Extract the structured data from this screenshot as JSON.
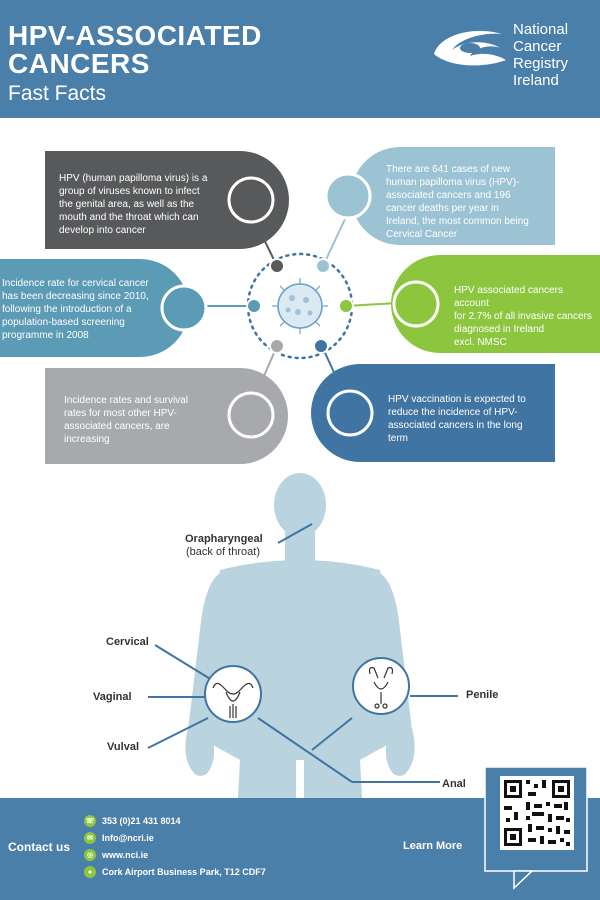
{
  "header": {
    "title_line1": "HPV-ASSOCIATED",
    "title_line2": "CANCERS",
    "subtitle": "Fast Facts",
    "logo_line1": "National",
    "logo_line2": "Cancer",
    "logo_line3": "Registry",
    "logo_line4": "Ireland"
  },
  "facts": {
    "f1": [
      "HPV (human papilloma virus) is a",
      "group of viruses known to infect",
      "the genital area, as well as the",
      "mouth and the throat which can",
      "develop into cancer"
    ],
    "f2": [
      "There are 641 cases of new",
      "human papilloma virus (HPV)-",
      "associated cancers and 196",
      "cancer deaths per year in",
      "Ireland, the most common being",
      "Cervical Cancer"
    ],
    "f3": [
      "Incidence rate for cervical cancer",
      "has been decreasing since 2010,",
      "following the introduction of a",
      "population-based screening",
      "programme in 2008"
    ],
    "f4": [
      "HPV associated cancers account",
      "for 2.7% of all invasive cancers",
      "diagnosed in Ireland",
      "excl. NMSC"
    ],
    "f5": [
      "Incidence rates and survival",
      "rates for most other HPV-",
      "associated cancers, are",
      "increasing"
    ],
    "f6": [
      "HPV vaccination is expected to",
      "reduce the incidence of HPV-",
      "associated cancers in the long",
      "term"
    ]
  },
  "body_labels": {
    "oropharyngeal": "Orapharyngeal",
    "oropharyngeal_sub": "(back of throat)",
    "cervical": "Cervical",
    "vaginal": "Vaginal",
    "vulval": "Vulval",
    "penile": "Penile",
    "anal": "Anal"
  },
  "footer": {
    "contact_us": "Contact us",
    "phone": "353 (0)21 431 8014",
    "email": "Info@ncri.ie",
    "web": "www.nci.ie",
    "address": "Cork Airport Business Park, T12 CDF7",
    "learn_more": "Learn More"
  },
  "colors": {
    "header_blue": "#4a7faa",
    "dark_gray": "#58595b",
    "light_blue": "#9cc3d4",
    "teal": "#5b9bb5",
    "green": "#8cc63f",
    "gray": "#a7a9ac",
    "navy": "#3f74a3",
    "body": "#b9d3df"
  },
  "icons": {
    "logo": "swirl-logo-icon",
    "phone": "phone-icon",
    "email": "email-icon",
    "web": "globe-icon",
    "address": "location-pin-icon",
    "virus": "virus-icon"
  }
}
